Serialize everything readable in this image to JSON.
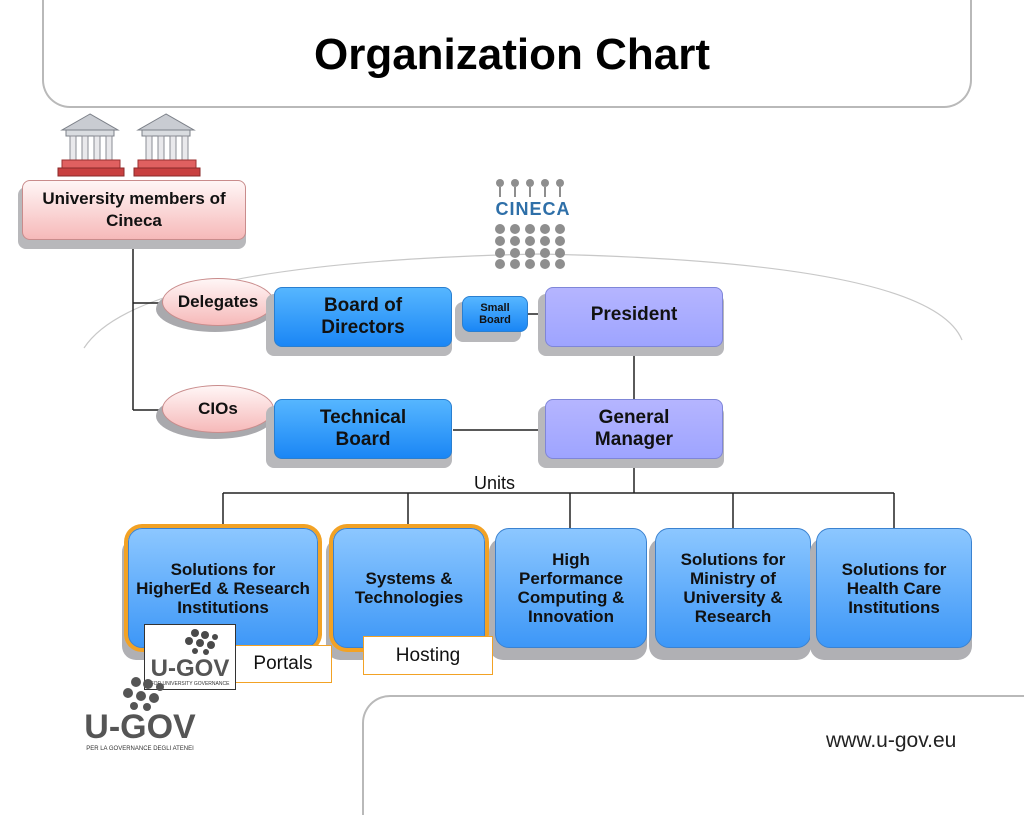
{
  "title": "Organization Chart",
  "members_box": "University members of Cineca",
  "cineca_logo_text": "CINECA",
  "delegates_label": "Delegates",
  "cios_label": "CIOs",
  "board_label": "Board of Directors",
  "small_board_label": "Small Board",
  "president_label": "President",
  "technical_board_label": "Technical Board",
  "general_manager_label": "General Manager",
  "units_label": "Units",
  "units": [
    "Solutions for HigherEd & Research Institutions",
    "Systems & Technologies",
    "High Performance Computing & Innovation",
    "Solutions for Ministry of University & Research",
    "Solutions for Health Care Institutions"
  ],
  "portals_label": "Portals",
  "hosting_label": "Hosting",
  "ugov_small_text": "U-GOV",
  "ugov_small_sub": "FOR UNIVERSITY GOVERNANCE",
  "ugov_big_text": "U-GOV",
  "ugov_big_sub": "PER LA GOVERNANCE DEGLI ATENEI",
  "website": "www.u-gov.eu"
}
